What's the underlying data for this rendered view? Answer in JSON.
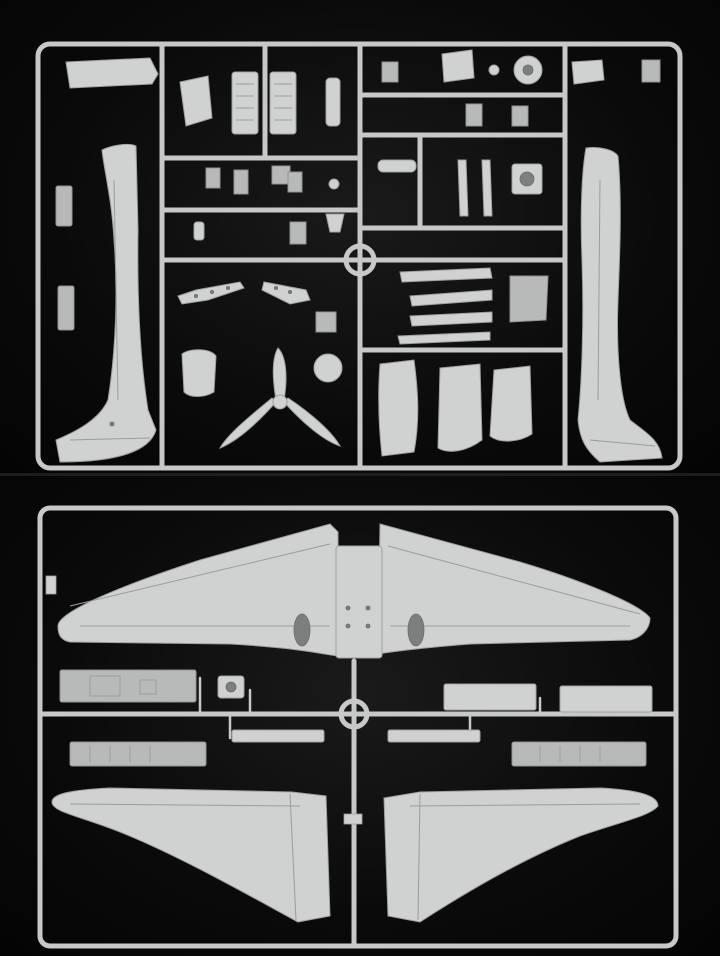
{
  "photo": {
    "background_color": "#050505",
    "plastic_color": "#cfd2d0",
    "plastic_shadow_color": "#9ea19f",
    "panels": [
      {
        "id": "upper-sprue",
        "contents": [
          "fuselage-half-left",
          "fuselage-half-right",
          "engine-halves",
          "propeller",
          "spinner",
          "landing-gear-struts",
          "wheel-covers",
          "cockpit-details"
        ]
      },
      {
        "id": "lower-sprue",
        "contents": [
          "upper-wing",
          "lower-wing-left",
          "lower-wing-right",
          "cockpit-floor",
          "instrument-panels",
          "flap-parts"
        ]
      }
    ]
  }
}
